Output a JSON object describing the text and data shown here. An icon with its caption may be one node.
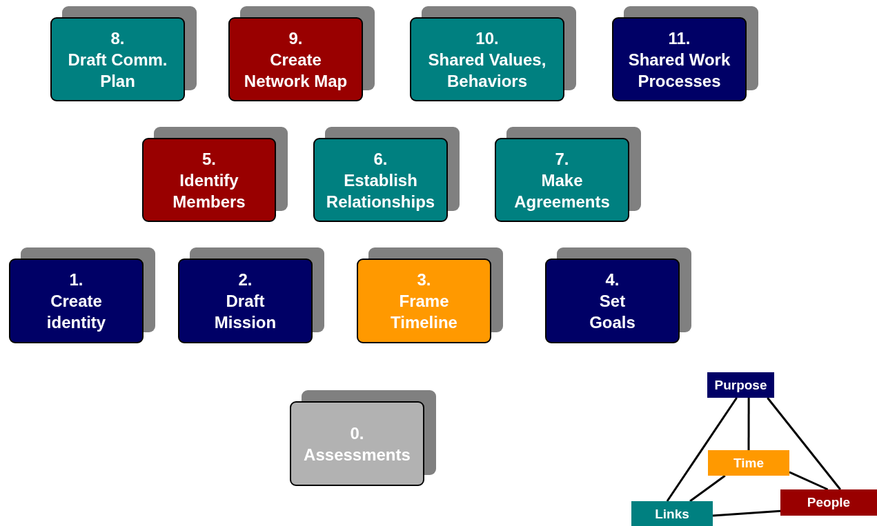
{
  "diagram": {
    "nodes": [
      {
        "text": [
          "8.",
          "Draft Comm. Plan"
        ]
      },
      {
        "text": [
          "9.",
          "Create Network Map"
        ]
      },
      {
        "text": [
          "10.",
          "Shared Values, Behaviors"
        ]
      },
      {
        "text": [
          "11.",
          "Shared Work Processes"
        ]
      },
      {
        "text": [
          "5.",
          "Identify Members"
        ]
      },
      {
        "text": [
          "6.",
          "Establish Relationships"
        ]
      },
      {
        "text": [
          "7.",
          "Make Agreements"
        ]
      },
      {
        "text": [
          "1.",
          "Create identity"
        ]
      },
      {
        "text": [
          "2.",
          "Draft Mission"
        ]
      },
      {
        "text": [
          "3.",
          "Frame Timeline"
        ]
      },
      {
        "text": [
          "4.",
          "Set Goals"
        ]
      },
      {
        "text": [
          "0.",
          "Assessments"
        ]
      },
      {
        "text": [
          "Purpose"
        ]
      },
      {
        "text": [
          "Time"
        ]
      },
      {
        "text": [
          "People"
        ]
      },
      {
        "text": [
          "Links"
        ]
      }
    ],
    "edges": [
      {
        "from": 12,
        "to": 15,
        "arrow": "none"
      },
      {
        "from": 12,
        "to": 14,
        "arrow": "none"
      },
      {
        "from": 12,
        "to": 13,
        "arrow": "none"
      },
      {
        "from": 13,
        "to": 15,
        "arrow": "none"
      },
      {
        "from": 13,
        "to": 14,
        "arrow": "none"
      },
      {
        "from": 15,
        "to": 14,
        "arrow": "none"
      }
    ]
  }
}
